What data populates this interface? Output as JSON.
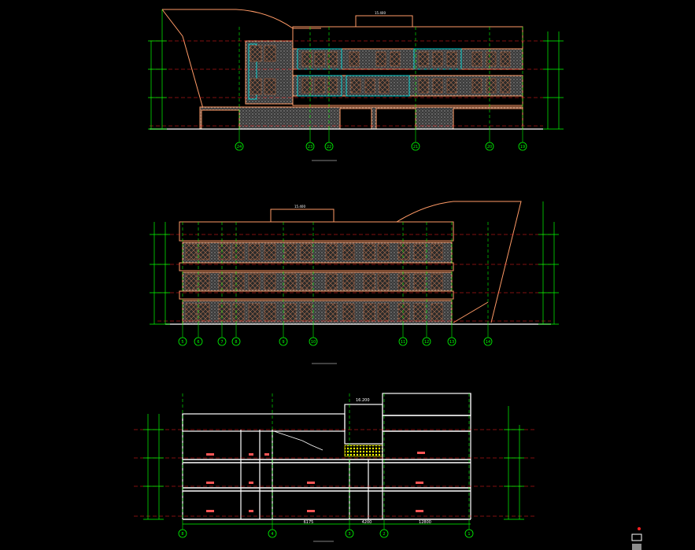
{
  "colors": {
    "background": "#000000",
    "outline": "#ff9a66",
    "dimension": "#00ff00",
    "axis_line": "#ff2020",
    "glazing": "#00c8c8",
    "hatch": "#8c8c8c",
    "label": "#ff5555",
    "white": "#ffffff",
    "yellow": "#ffff00"
  },
  "elevation_1": {
    "axes": [
      "24",
      "23",
      "22",
      "21",
      "20",
      "19"
    ],
    "roof_level": "15.400"
  },
  "elevation_2": {
    "axes": [
      "5",
      "6",
      "7",
      "8",
      "9",
      "10",
      "11",
      "12",
      "13",
      "14"
    ],
    "roof_level": "15.400"
  },
  "section": {
    "axes": [
      "8",
      "4",
      "3",
      "2",
      "1"
    ],
    "top_level": "16.200",
    "dims": [
      "6175",
      "4200",
      "12800"
    ]
  },
  "legend": {
    "items": [
      "",
      "",
      ""
    ]
  }
}
